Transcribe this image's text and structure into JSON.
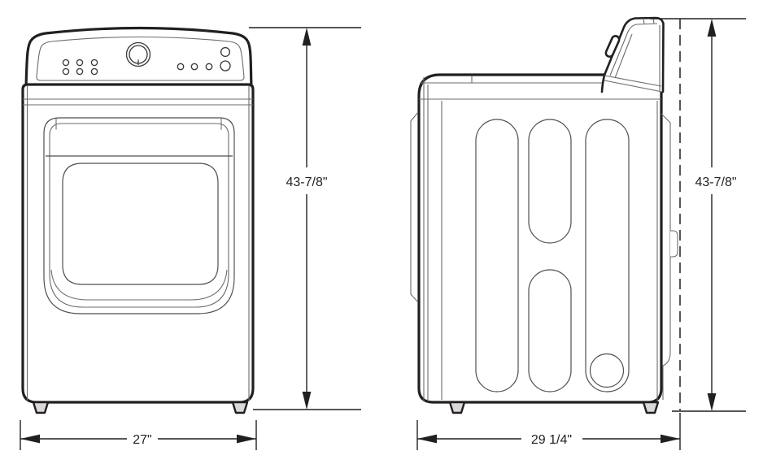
{
  "diagram": {
    "line_color": "#231f20",
    "foot_fill": "#d9d9d9",
    "dimensions": {
      "front_height": "43-7/8\"",
      "front_width": "27\"",
      "side_height": "43-7/8\"",
      "side_depth": "29 1/4\""
    }
  }
}
